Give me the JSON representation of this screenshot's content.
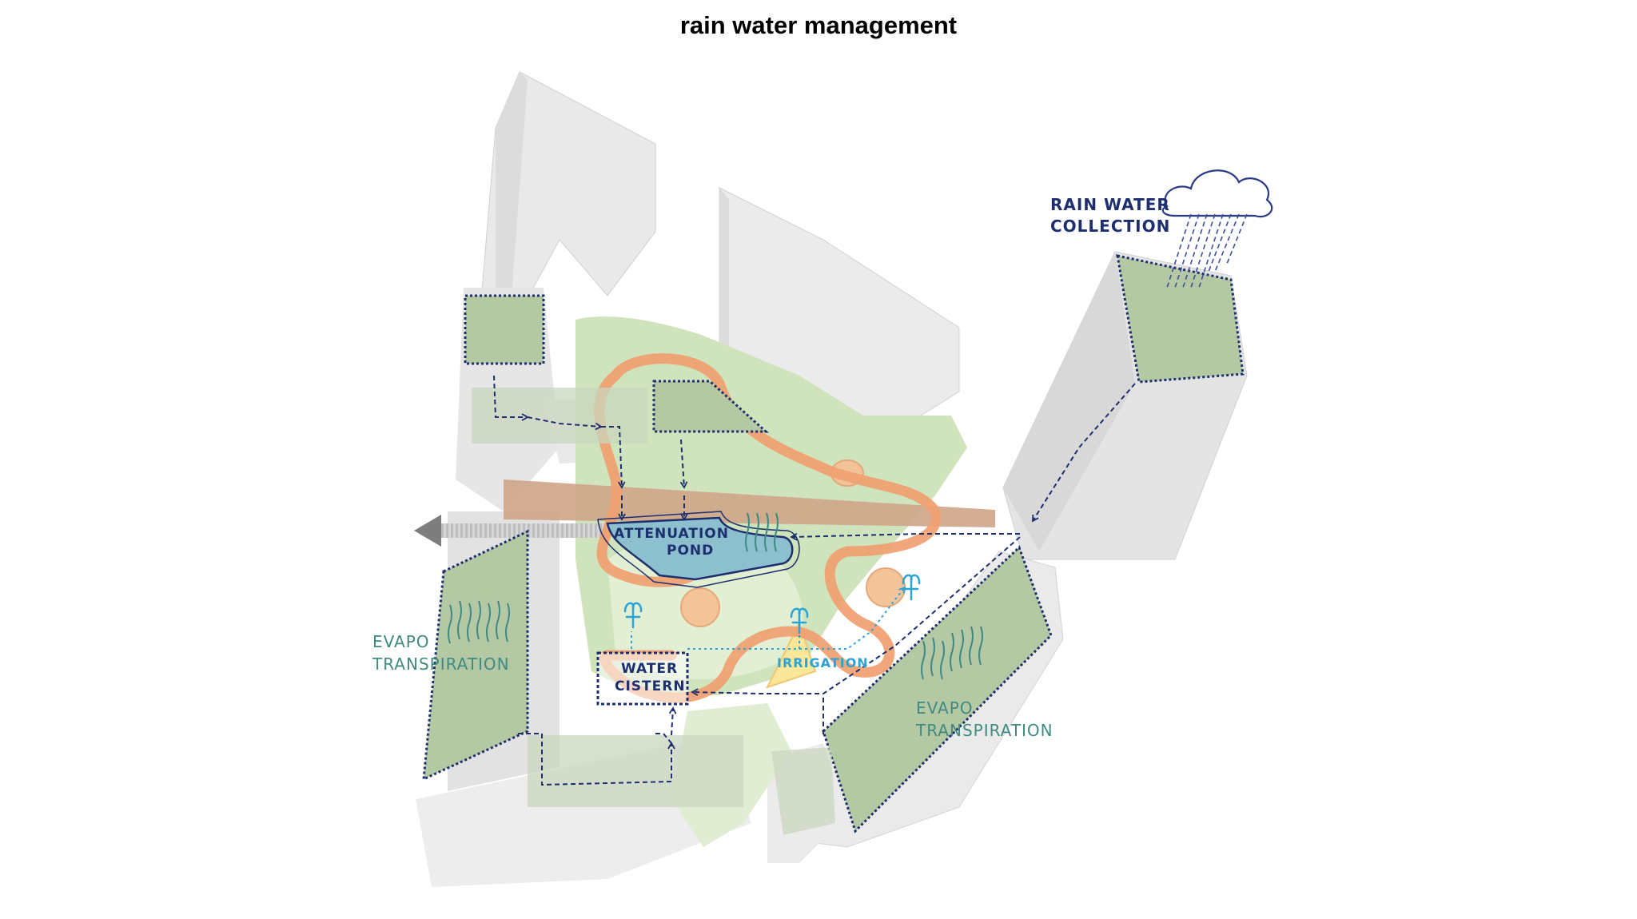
{
  "title": "rain water management",
  "labels": {
    "rain_water_collection": [
      "RAIN WATER",
      "COLLECTION"
    ],
    "attenuation_pond": [
      "ATTENUATION",
      "POND"
    ],
    "water_cistern": [
      "WATER",
      "CISTERN"
    ],
    "irrigation": "IRRIGATION",
    "evapotranspiration_left": [
      "EVAPO",
      "TRANSPIRATION"
    ],
    "evapotranspiration_right": [
      "EVAPO",
      "TRANSPIRATION"
    ]
  },
  "icons": [
    "cloud-icon",
    "rain-icon",
    "fountain-icon",
    "evapotranspiration-arrows-icon",
    "flow-arrow-icon",
    "exit-arrow-icon"
  ],
  "colors": {
    "navy": "#1d2f6f",
    "teal": "#3f8a82",
    "cyan": "#2ba3d6",
    "orange_path": "#f0a070",
    "green_ground": "#c9dfb4",
    "green_roof": "#b4c8a4",
    "building_gray": "#e4e4e4",
    "pond": "#8cc0ce"
  }
}
